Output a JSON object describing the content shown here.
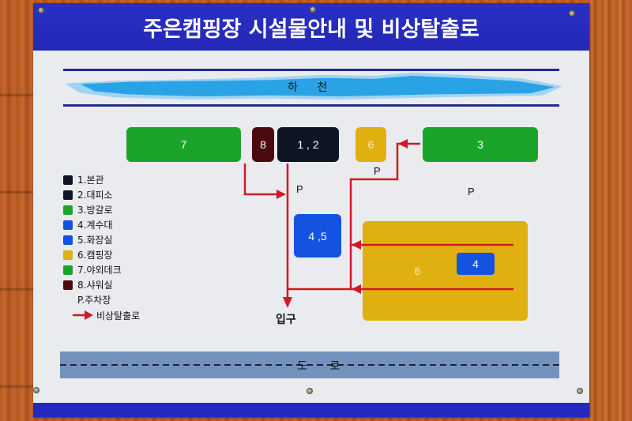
{
  "sign": {
    "title": "주은캠핑장 시설물안내 및 비상탈출로",
    "river_label": "하 천",
    "road_label": "도 로",
    "entrance_label": "입구"
  },
  "map_blocks": [
    {
      "id": "7",
      "label": "7",
      "facility": "야외데크",
      "color": "#1aa52a"
    },
    {
      "id": "8",
      "label": "8",
      "facility": "샤워실",
      "color": "#4a0a0e"
    },
    {
      "id": "1-2",
      "label": "1 , 2",
      "facility": "본관, 대피소",
      "color": "#0d1524"
    },
    {
      "id": "6-small",
      "label": "6",
      "facility": "캠핑장",
      "color": "#e0b010"
    },
    {
      "id": "3",
      "label": "3",
      "facility": "방갈로",
      "color": "#1aa52a"
    },
    {
      "id": "4-5",
      "label": "4 ,5",
      "facility": "계수대, 화장실",
      "color": "#1452e0"
    },
    {
      "id": "6-large",
      "label": "6",
      "facility": "캠핑장",
      "color": "#e0b010"
    },
    {
      "id": "4-inner",
      "label": "4",
      "facility": "계수대",
      "color": "#1452e0"
    }
  ],
  "parking_labels": [
    "P",
    "P",
    "P"
  ],
  "legend": {
    "items": [
      {
        "label": "1.본관",
        "color": "#0d1524"
      },
      {
        "label": "2.대피소",
        "color": "#0d1524"
      },
      {
        "label": "3.방갈로",
        "color": "#1aa52a"
      },
      {
        "label": "4.계수대",
        "color": "#1452e0"
      },
      {
        "label": "5.화장실",
        "color": "#1452e0"
      },
      {
        "label": "6.캠핑장",
        "color": "#e0b010"
      },
      {
        "label": "7.야외데크",
        "color": "#1aa52a"
      },
      {
        "label": "8.샤워실",
        "color": "#4a0a0e"
      }
    ],
    "parking": "P.주차장",
    "evacuation": "비상탈출로"
  },
  "colors": {
    "title_bar": "#2428b8",
    "river": "#2aa2e6",
    "road": "#7393bd",
    "evac_route": "#d01826",
    "board": "#e9ebee"
  }
}
